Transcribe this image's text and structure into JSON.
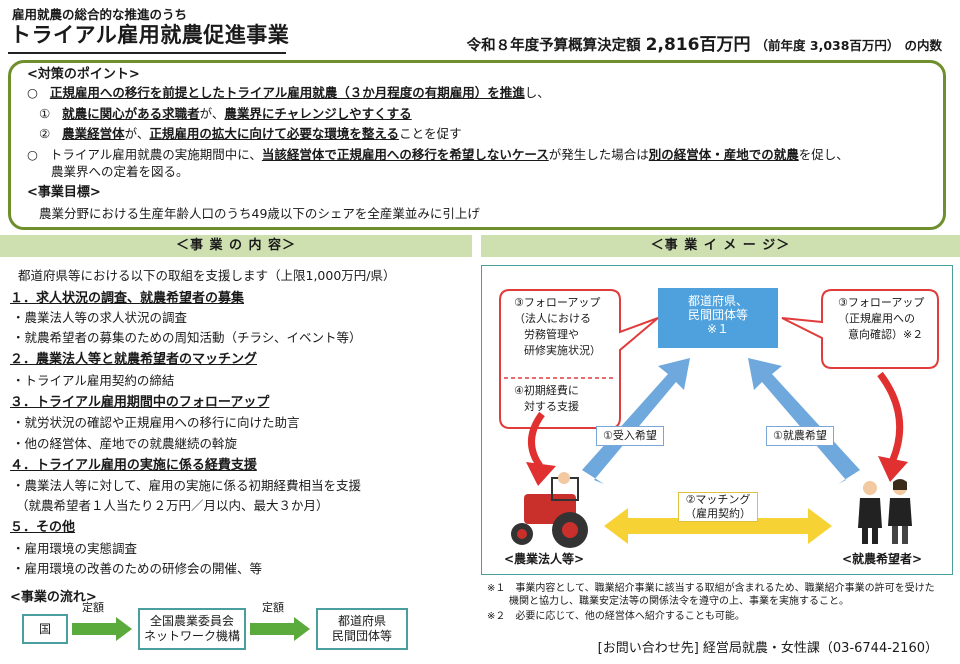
{
  "header": {
    "subtitle": "雇用就農の総合的な推進のうち",
    "title": "トライアル雇用就農促進事業",
    "budget_label": "令和８年度予算概算決定額",
    "budget_amount": "2,816百万円",
    "budget_prev": "（前年度 3,038百万円）",
    "budget_suffix": "の内数"
  },
  "points": {
    "heading": "<対策のポイント>",
    "line1_marker": "○",
    "line1_a": "正規雇用への移行を前提としたトライアル雇用就農（３か月程度の有期雇用）を推進",
    "line1_b": "し、",
    "sub1_marker": "①",
    "sub1_a": "就農に関心がある求職者",
    "sub1_b": "が、",
    "sub1_c": "農業界にチャレンジしやすくする",
    "sub2_marker": "②",
    "sub2_a": "農業経営体",
    "sub2_b": "が、",
    "sub2_c": "正規雇用の拡大に向けて必要な環境を整える",
    "sub2_d": "ことを促す",
    "line2_marker": "○",
    "line2_a": "トライアル雇用就農の実施期間中に、",
    "line2_b": "当該経営体で正規雇用への移行を希望しないケース",
    "line2_c": "が発生した場合は",
    "line2_d": "別の経営体・産地での就農",
    "line2_e": "を促し、",
    "line2_cont": "農業界への定着を図る。",
    "goal_heading": "<事業目標>",
    "goal_text": "農業分野における生産年齢人口のうち49歳以下のシェアを全産業並みに引上げ"
  },
  "left": {
    "bar": "＜事 業 の 内 容＞",
    "intro": "都道府県等における以下の取組を支援します（上限1,000万円/県）",
    "s1": "１．求人状況の調査、就農希望者の募集",
    "s1_i1": "・農業法人等の求人状況の調査",
    "s1_i2": "・就農希望者の募集のための周知活動（チラシ、イベント等）",
    "s2": "２．農業法人等と就農希望者のマッチング",
    "s2_i1": "・トライアル雇用契約の締結",
    "s3": "３．トライアル雇用期間中のフォローアップ",
    "s3_i1": "・就労状況の確認や正規雇用への移行に向けた助言",
    "s3_i2": "・他の経営体、産地での就農継続の斡旋",
    "s4": "４．トライアル雇用の実施に係る経費支援",
    "s4_i1": "・農業法人等に対して、雇用の実施に係る初期経費相当を支援",
    "s4_i2": "（就農希望者１人当たり２万円／月以内、最大３か月）",
    "s5": "５．その他",
    "s5_i1": "・雇用環境の実態調査",
    "s5_i2": "・雇用環境の改善のための研修会の開催、等"
  },
  "flow": {
    "heading": "<事業の流れ>",
    "box1": "国",
    "arrow1": "定額",
    "box2_l1": "全国農業委員会",
    "box2_l2": "ネットワーク機構",
    "arrow2": "定額",
    "box3_l1": "都道府県",
    "box3_l2": "民間団体等"
  },
  "right": {
    "bar": "＜事 業 イ メ ー ジ＞",
    "center_l1": "都道府県、",
    "center_l2": "民間団体等",
    "center_l3": "※１",
    "left_callout_l1": "③フォローアップ",
    "left_callout_l2": "（法人における",
    "left_callout_l3": "労務管理や",
    "left_callout_l4": "研修実施状況）",
    "left_callout_l5": "④初期経費に",
    "left_callout_l6": "対する支援",
    "right_callout_l1": "③フォローアップ",
    "right_callout_l2": "（正規雇用への",
    "right_callout_l3": "意向確認）※２",
    "arrow_left": "①受入希望",
    "arrow_right": "①就農希望",
    "matching_l1": "②マッチング",
    "matching_l2": "（雇用契約）",
    "label_left": "<農業法人等>",
    "label_right": "<就農希望者>",
    "note1_l1": "※１　事業内容として、職業紹介事業に該当する取組が含まれるため、職業紹介事業の許可を受けた",
    "note1_l2": "機関と協力し、職業安定法等の関係法令を遵守の上、事業を実施すること。",
    "note2": "※２　必要に応じて、他の経営体へ紹介することも可能。",
    "colors": {
      "blue_box": "#4ea1dc",
      "callout_border": "#e03c3c",
      "blue_arrow": "#6fa8dc",
      "red_arrow": "#e03030",
      "yellow_arrow": "#f7d234"
    }
  },
  "contact": "[お問い合わせ先] 経営局就農・女性課（03-6744-2160）"
}
